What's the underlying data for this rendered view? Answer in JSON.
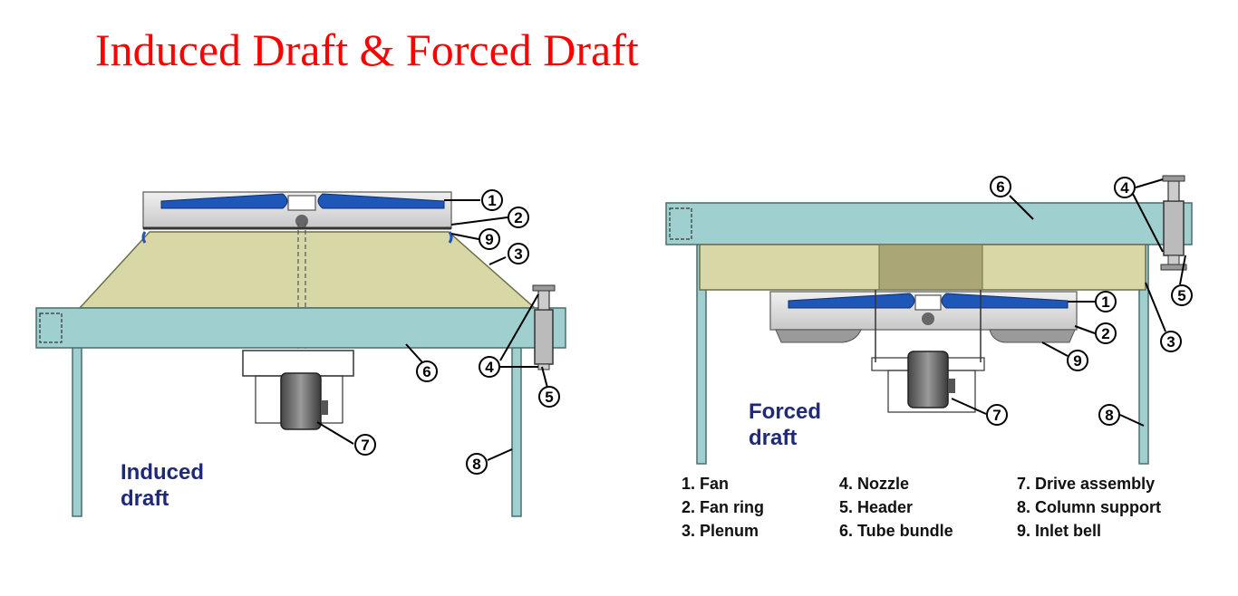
{
  "title": "Induced Draft & Forced Draft",
  "induced": {
    "caption_line1": "Induced",
    "caption_line2": "draft",
    "callouts": [
      "1",
      "2",
      "9",
      "3",
      "4",
      "5",
      "6",
      "7",
      "8"
    ]
  },
  "forced": {
    "caption_line1": "Forced",
    "caption_line2": "draft",
    "callouts": [
      "6",
      "4",
      "5",
      "3",
      "1",
      "2",
      "9",
      "7",
      "8"
    ]
  },
  "legend": [
    "1. Fan",
    "2. Fan ring",
    "3. Plenum",
    "4. Nozzle",
    "5. Header",
    "6. Tube bundle",
    "7. Drive assembly",
    "8. Column support",
    "9. Inlet bell"
  ],
  "colors": {
    "title": "#ff0000",
    "tube_bundle": "#9fcfcf",
    "plenum": "#d8d7a6",
    "fan_blade": "#1f57b8",
    "caption": "#1e2a78"
  }
}
